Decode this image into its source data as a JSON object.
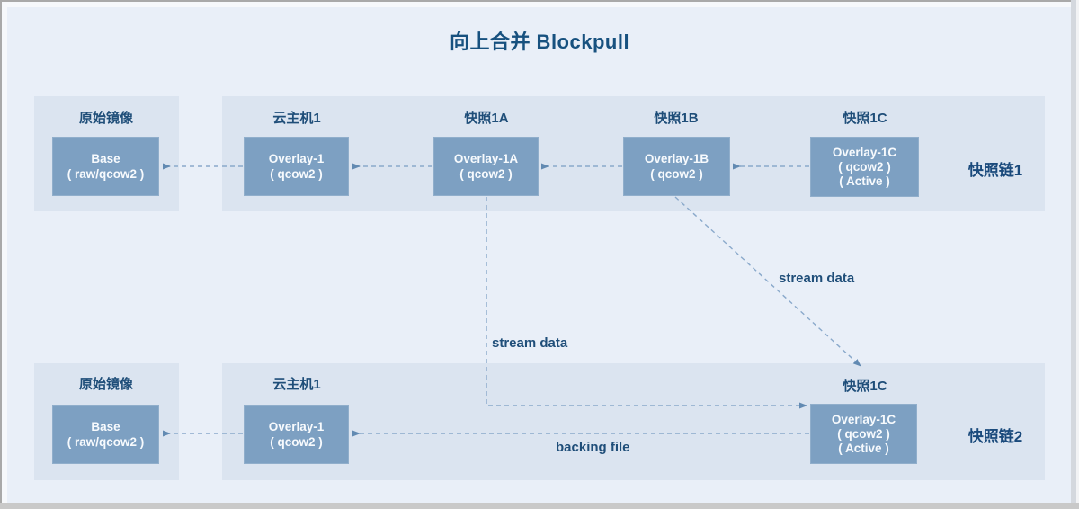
{
  "title": "向上合并 Blockpull",
  "colors": {
    "background": "#e9eff8",
    "panel": "#dbe4f0",
    "node_fill": "#7da0c2",
    "label_navy": "#1f4e79",
    "connector": "#8aa9cb"
  },
  "labels": {
    "origin_top": "原始镜像",
    "host_top": "云主机1",
    "snap_1a": "快照1A",
    "snap_1b": "快照1B",
    "snap_1c_top": "快照1C",
    "chain1": "快照链1",
    "origin_bottom": "原始镜像",
    "host_bottom": "云主机1",
    "snap_1c_bottom": "快照1C",
    "chain2": "快照链2"
  },
  "boxes": {
    "base": {
      "line1": "Base",
      "line2": "( raw/qcow2 )"
    },
    "overlay1": {
      "line1": "Overlay-1",
      "line2": "( qcow2 )"
    },
    "overlay1a": {
      "line1": "Overlay-1A",
      "line2": "( qcow2 )"
    },
    "overlay1b": {
      "line1": "Overlay-1B",
      "line2": "( qcow2 )"
    },
    "overlay1c": {
      "line1": "Overlay-1C",
      "line2": "( qcow2 )",
      "line3": "( Active )"
    }
  },
  "annotations": {
    "stream_data_left": "stream data",
    "stream_data_right": "stream data",
    "backing_file": "backing file"
  }
}
